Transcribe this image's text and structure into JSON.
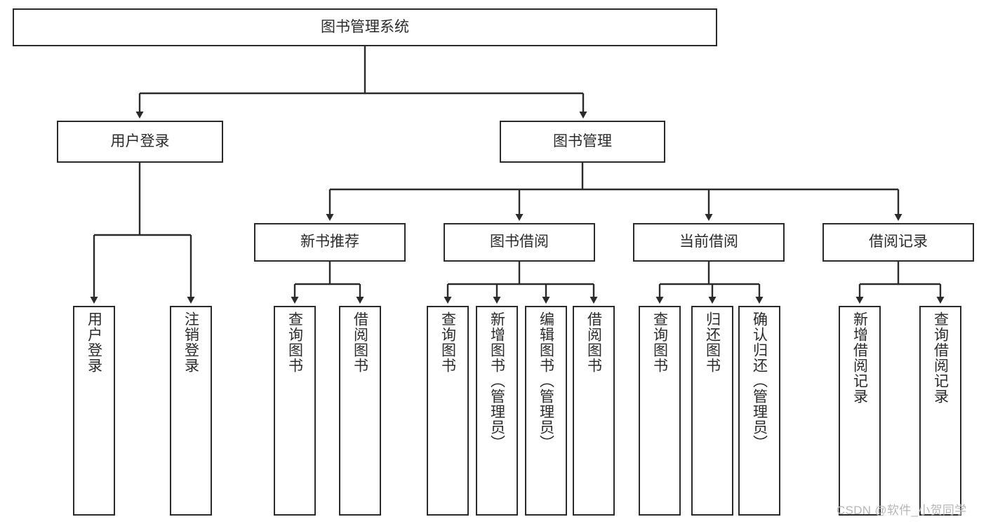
{
  "diagram": {
    "title": "图书管理系统",
    "type": "tree",
    "watermark": "CSDN @软件_小贺同学",
    "colors": {
      "background": "#ffffff",
      "node_border": "#2b2b2b",
      "node_fill": "#ffffff",
      "edge": "#2b2b2b",
      "text": "#2b2b2b",
      "watermark": "#b7b7b7"
    },
    "nodes": {
      "root": {
        "label": "图书管理系统"
      },
      "level2": [
        {
          "id": "user-login",
          "label": "用户登录"
        },
        {
          "id": "book-manage",
          "label": "图书管理"
        }
      ],
      "level3": [
        {
          "id": "new-book-recommend",
          "label": "新书推荐"
        },
        {
          "id": "book-borrow",
          "label": "图书借阅"
        },
        {
          "id": "current-borrow",
          "label": "当前借阅"
        },
        {
          "id": "borrow-record",
          "label": "借阅记录"
        }
      ],
      "leaves": {
        "user-login": [
          {
            "id": "leaf-user-login",
            "label": "用户登录"
          },
          {
            "id": "leaf-logout-login",
            "label": "注销登录"
          }
        ],
        "new-book-recommend": [
          {
            "id": "leaf-query-book-1",
            "label": "查询图书"
          },
          {
            "id": "leaf-borrow-book-1",
            "label": "借阅图书"
          }
        ],
        "book-borrow": [
          {
            "id": "leaf-query-book-2",
            "label": "查询图书"
          },
          {
            "id": "leaf-add-book",
            "label": "新增图书（管理员）"
          },
          {
            "id": "leaf-edit-book",
            "label": "编辑图书（管理员）"
          },
          {
            "id": "leaf-borrow-book-2",
            "label": "借阅图书"
          }
        ],
        "current-borrow": [
          {
            "id": "leaf-query-book-3",
            "label": "查询图书"
          },
          {
            "id": "leaf-return-book",
            "label": "归还图书"
          },
          {
            "id": "leaf-confirm-return",
            "label": "确认归还（管理员）"
          }
        ],
        "borrow-record": [
          {
            "id": "leaf-add-record",
            "label": "新增借阅记录"
          },
          {
            "id": "leaf-query-record",
            "label": "查询借阅记录"
          }
        ]
      }
    }
  }
}
